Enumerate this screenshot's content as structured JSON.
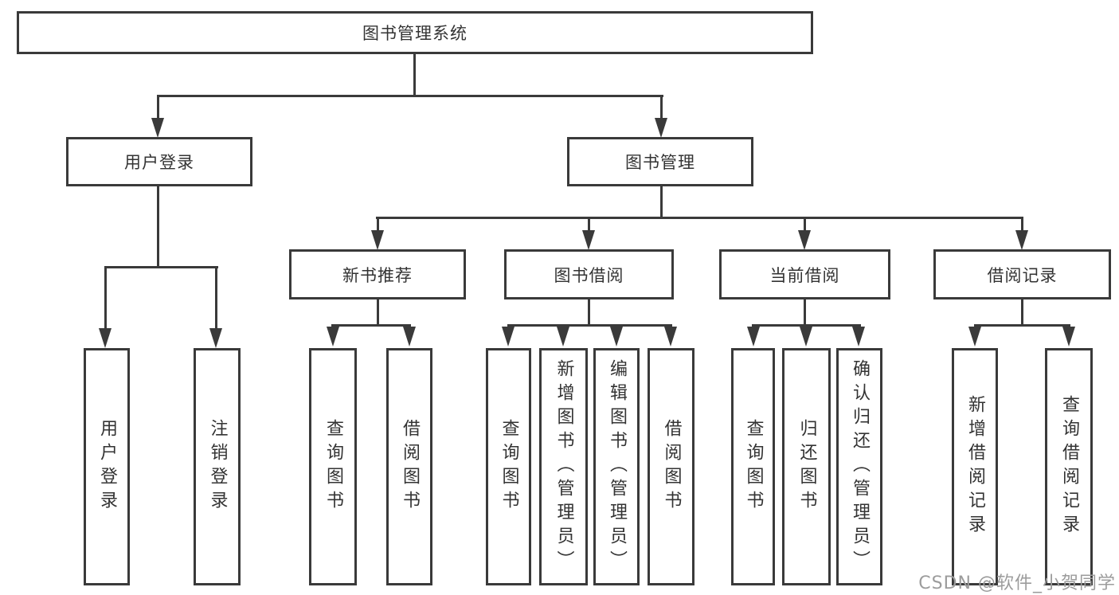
{
  "colors": {
    "line": "#3a3a3a",
    "text": "#333333",
    "watermark": "#9c9c9c",
    "bg": "#ffffff"
  },
  "nodes": {
    "root": {
      "label": "图书管理系统"
    },
    "level2": [
      {
        "label": "用户登录"
      },
      {
        "label": "图书管理"
      }
    ],
    "level3": [
      {
        "label": "新书推荐"
      },
      {
        "label": "图书借阅"
      },
      {
        "label": "当前借阅"
      },
      {
        "label": "借阅记录"
      }
    ],
    "leaves": {
      "user_login": [
        {
          "label": "用户登录"
        },
        {
          "label": "注销登录"
        }
      ],
      "new_book_recommend": [
        {
          "label": "查询图书"
        },
        {
          "label": "借阅图书"
        }
      ],
      "book_borrow": [
        {
          "label": "查询图书"
        },
        {
          "label": "新增图书（管理员）"
        },
        {
          "label": "编辑图书（管理员）"
        },
        {
          "label": "借阅图书"
        }
      ],
      "current_borrow": [
        {
          "label": "查询图书"
        },
        {
          "label": "归还图书"
        },
        {
          "label": "确认归还（管理员）"
        }
      ],
      "borrow_records": [
        {
          "label": "新增借阅记录"
        },
        {
          "label": "查询借阅记录"
        }
      ]
    }
  },
  "watermark": {
    "text": "CSDN @软件_小贺同学"
  }
}
